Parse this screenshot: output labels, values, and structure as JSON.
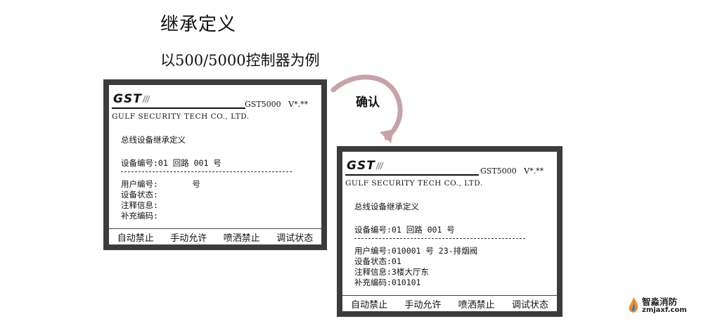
{
  "heading": "继承定义",
  "subheading": "以500/5000控制器为例",
  "confirm_label": "确认",
  "panel_before": {
    "logo": "GST",
    "model": "GST5000",
    "version": "V*.**",
    "company": "GULF   SECURITY   TECH    CO., LTD.",
    "screen_title": "总线设备继承定义",
    "device_line": "设备编号:01 回路 001 号",
    "fields": [
      "用户编号:       号",
      "设备状态:",
      "注释信息:",
      "补充编码:"
    ],
    "softkeys": [
      "自动禁止",
      "手动允许",
      "喷洒禁止",
      "调试状态"
    ]
  },
  "panel_after": {
    "logo": "GST",
    "model": "GST5000",
    "version": "V*.**",
    "company": "GULF   SECURITY   TECH    CO., LTD.",
    "screen_title": "总线设备继承定义",
    "device_line": "设备编号:01 回路 001 号",
    "fields": [
      "用户编号:010001 号 23-排烟阀",
      "设备状态:01",
      "注释信息:3楼大厅东",
      "补充编码:010101"
    ],
    "softkeys": [
      "自动禁止",
      "手动允许",
      "喷洒禁止",
      "调试状态"
    ]
  },
  "brand": {
    "name_cn": "智淼消防",
    "site": "zmjaxf.com"
  },
  "colors": {
    "panel_border": "#3c3c3c",
    "arrow": "#c7a3a9"
  }
}
